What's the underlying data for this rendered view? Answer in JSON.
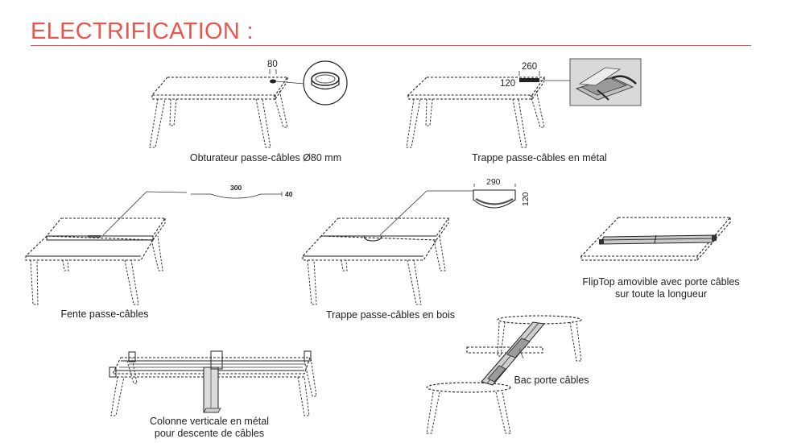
{
  "title": "ELECTRIFICATION :",
  "colors": {
    "title": "#e8564f",
    "rule": "#e8564f",
    "line": "#222222",
    "photo_bg": "#d9d9d9"
  },
  "captions": {
    "obturateur": "Obturateur passe-câbles Ø80 mm",
    "trappe_metal": "Trappe passe-câbles en métal",
    "fente": "Fente passe-câbles",
    "trappe_bois": "Trappe passe-câbles en bois",
    "fliptop_line1": "FlipTop amovible avec porte câbles",
    "fliptop_line2": "sur toute la longueur",
    "colonne_line1": "Colonne verticale en métal",
    "colonne_line2": "pour descente de câbles",
    "bac": "Bac porte câbles"
  },
  "dimensions": {
    "obturateur_width": "80",
    "trappe_metal_width": "260",
    "trappe_metal_depth": "120",
    "fente_width": "300",
    "fente_depth": "40",
    "trappe_bois_width": "290",
    "trappe_bois_depth": "120"
  },
  "icons": [
    "grommet-detail-icon",
    "metal-flap-photo-icon"
  ]
}
